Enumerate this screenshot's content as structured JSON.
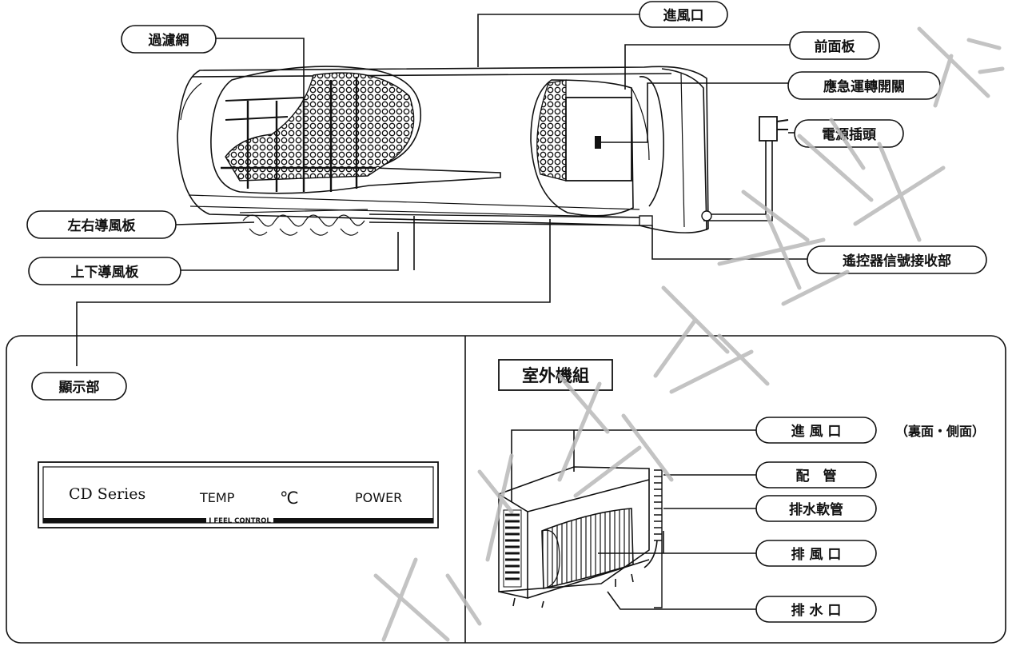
{
  "indoor": {
    "labels": {
      "air_inlet": "進風口",
      "filter": "過濾網",
      "front_panel": "前面板",
      "emergency_switch": "應急運轉開關",
      "power_plug": "電源插頭",
      "horizontal_louver": "左右導風板",
      "vertical_louver": "上下導風板",
      "remote_receiver": "遙控器信號接收部",
      "display": "顯示部"
    }
  },
  "display_panel": {
    "series": "CD Series",
    "temp": "TEMP",
    "unit": "℃",
    "power": "POWER",
    "i_feel": "I FEEL CONTROL"
  },
  "outdoor": {
    "title": "室外機組",
    "labels": {
      "air_inlet": "進 風 口",
      "air_inlet_note": "（裏面・側面）",
      "piping": "配　管",
      "drain_hose": "排水軟管",
      "air_outlet": "排 風 口",
      "drain_outlet": "排 水 口"
    }
  },
  "colors": {
    "line": "#111111",
    "watermark": "#b9b9b9",
    "background": "#ffffff"
  }
}
